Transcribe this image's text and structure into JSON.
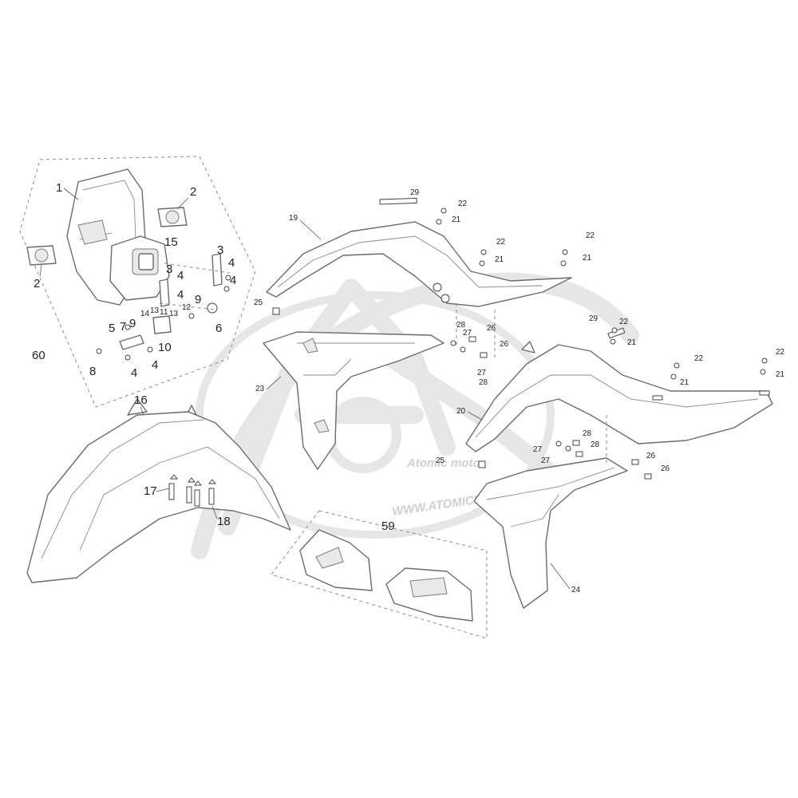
{
  "watermark": {
    "site": "WWW.ATOMICMOTO.NET",
    "logo_text": "Atomic moto"
  },
  "assemblies": {
    "a60": "60",
    "a59": "59"
  },
  "callouts": {
    "c1": "1",
    "c2a": "2",
    "c2b": "2",
    "c15": "15",
    "c3a": "3",
    "c3b": "3",
    "c4a": "4",
    "c4b": "4",
    "c4c": "4",
    "c4d": "4",
    "c4e": "4",
    "c4f": "4",
    "c5": "5",
    "c6": "6",
    "c7": "7",
    "c8": "8",
    "c9a": "9",
    "c9b": "9",
    "c10": "10",
    "c11": "11",
    "c12": "12",
    "c13a": "13",
    "c13b": "13",
    "c14": "14",
    "c16": "16",
    "c17": "17",
    "c18": "18",
    "c19": "19",
    "c29a": "29",
    "c22a": "22",
    "c21a": "21",
    "c22b": "22",
    "c21b": "21",
    "c22c": "22",
    "c21c": "21",
    "c25a": "25",
    "c23": "23",
    "c28a": "28",
    "c27a": "27",
    "c26a": "26",
    "c26b": "26",
    "c27b": "27",
    "c28b": "28",
    "c29b": "29",
    "c22d": "22",
    "c21d": "21",
    "c22e": "22",
    "c21e": "21",
    "c22f": "22",
    "c21f": "21",
    "c20": "20",
    "c28c": "28",
    "c27c": "27",
    "c27d": "27",
    "c28d": "28",
    "c26c": "26",
    "c26d": "26",
    "c25b": "25",
    "c24": "24"
  }
}
